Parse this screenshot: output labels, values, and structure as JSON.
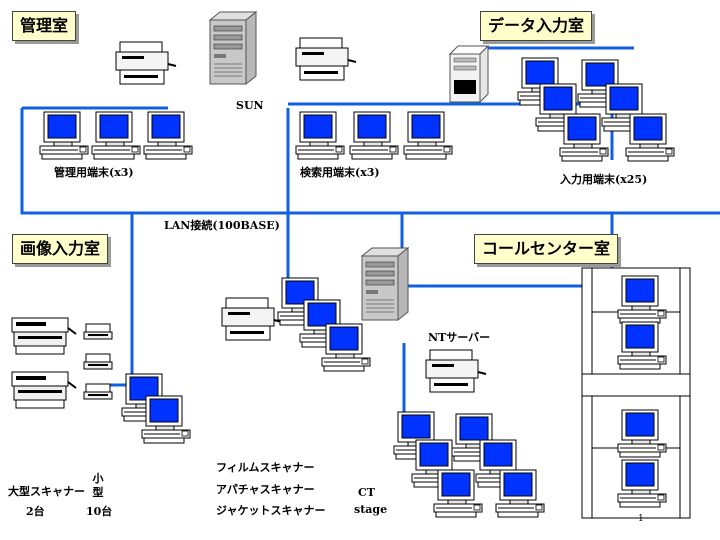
{
  "rooms": {
    "management": "管理室",
    "data_entry": "データ入力室",
    "image_entry": "画像入力室",
    "call_center": "コールセンター室"
  },
  "labels": {
    "sun": "SUN",
    "management_terminals": "管理用端末(x3)",
    "search_terminals": "検索用端末(x3)",
    "input_terminals": "入力用端末(x25)",
    "lan": "LAN接続(100BASE)",
    "nt_server": "NTサーバー",
    "large_scanner": "大型スキャナー",
    "large_count": "2台",
    "small_vertical": "小型",
    "small_count": "10台",
    "film_scanner": "フィルムスキャナー",
    "aperture_scanner": "アパチャスキャナー",
    "jacket_scanner": "ジャケットスキャナー",
    "ct": "CT",
    "stage": "stage",
    "page_number": "1"
  },
  "colors": {
    "lan_line": "#1060e0",
    "screen": "#0033ff",
    "room_fill": "#ffffcc"
  },
  "icons": [
    "computer-terminal-icon",
    "printer-icon",
    "tower-server-icon",
    "scanner-icon",
    "small-scanner-icon",
    "desktop-pc-icon"
  ]
}
